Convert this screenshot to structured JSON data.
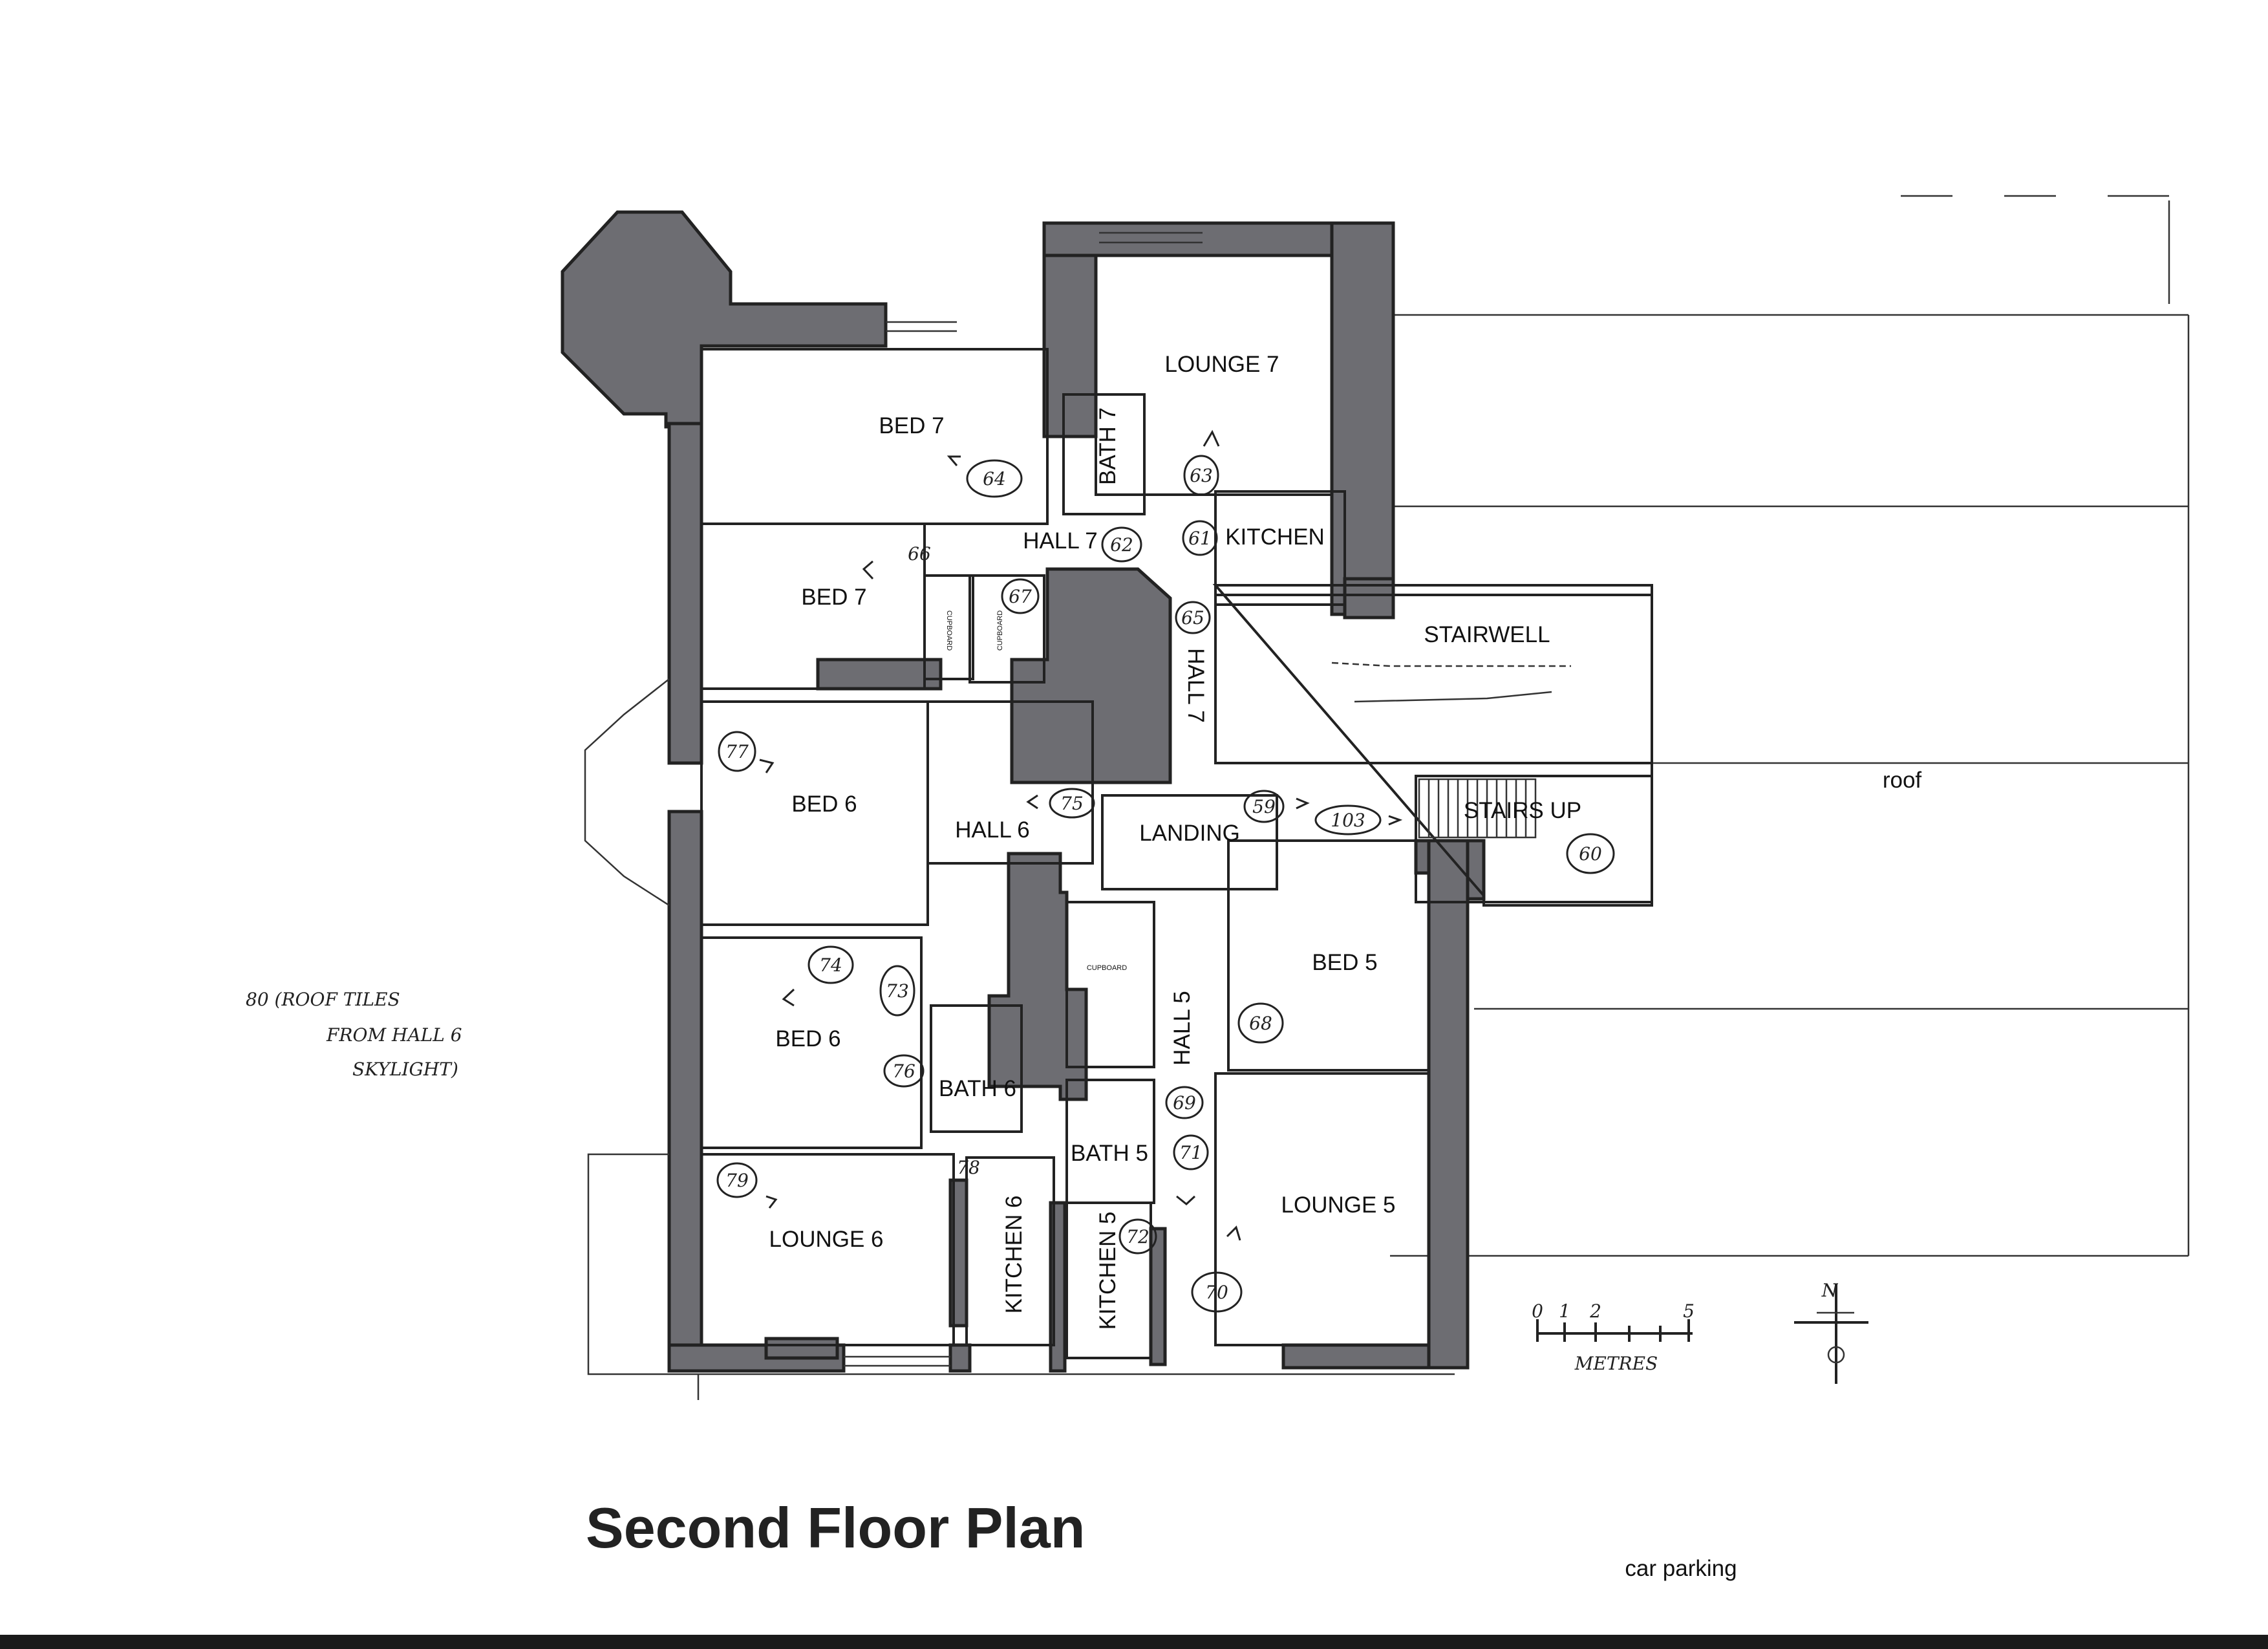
{
  "title": "Second Floor Plan",
  "rooms": {
    "lounge7": "LOUNGE 7",
    "bed7a": "BED 7",
    "bed7b": "BED 7",
    "bath7": "BATH 7",
    "hall7a": "HALL 7",
    "hall7b": "HALL 7",
    "kitchen7": "KITCHEN",
    "stairwell": "STAIRWELL",
    "stairs_up": "STAIRS UP",
    "bed6a": "BED 6",
    "bed6b": "BED 6",
    "hall6": "HALL 6",
    "landing": "LANDING",
    "bed5": "BED 5",
    "hall5": "HALL 5",
    "bath6": "BATH 6",
    "bath5": "BATH 5",
    "lounge5": "LOUNGE 5",
    "lounge6": "LOUNGE 6",
    "kitchen6": "KITCHEN 6",
    "kitchen5": "KITCHEN 5",
    "cupboard": "CUPBOARD"
  },
  "labels": {
    "roof": "roof",
    "car_parking": "car parking",
    "scale_ticks": [
      "0",
      "1",
      "2",
      "5"
    ],
    "scale_unit": "METRES",
    "north": "N"
  },
  "annotations": {
    "note_line1": "80 (ROOF TILES",
    "note_line2": "FROM HALL 6",
    "note_line3": "SKYLIGHT)",
    "markers": [
      "64",
      "63",
      "62",
      "61",
      "66",
      "67",
      "65",
      "77",
      "75",
      "59",
      "103",
      "60",
      "74",
      "73",
      "68",
      "76",
      "69",
      "71",
      "79",
      "78",
      "72",
      "70"
    ]
  }
}
